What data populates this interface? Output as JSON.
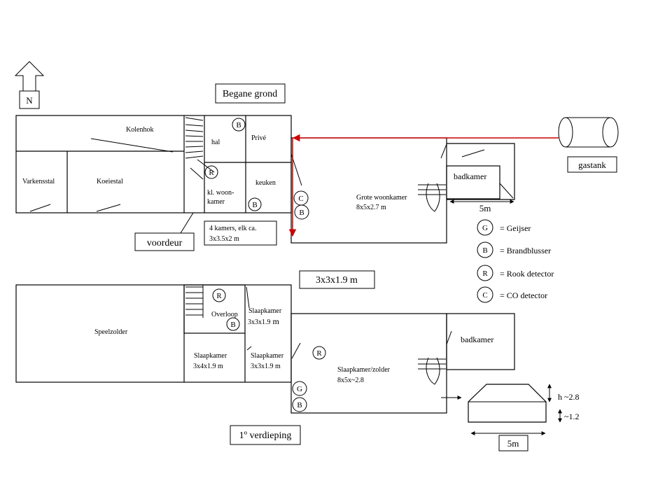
{
  "titles": {
    "ground_floor": "Begane grond",
    "first_floor": "1º verdieping"
  },
  "compass": {
    "letter": "N",
    "icon": "north-arrow-icon"
  },
  "ground": {
    "rooms": {
      "kolenhok": "Kolenhok",
      "varkensstal": "Varkensstal",
      "koeiestal": "Koeiestal",
      "hal": "hal",
      "prive": "Privé",
      "keuken": "keuken",
      "kl_woonkamer_1": "kl. woon-",
      "kl_woonkamer_2": "kamer",
      "grote_woonkamer": "Grote woonkamer",
      "grote_woonkamer_dim": "8x5x2.7 m",
      "badkamer": "badkamer"
    },
    "dim_5m": "5m",
    "voordeur": "voordeur",
    "note_line1": "4 kamers, elk ca.",
    "note_line2": "3x3.5x2 m",
    "gastank": "gastank"
  },
  "first": {
    "dim_box": "3x3x1.9 m",
    "rooms": {
      "speelzolder": "Speelzolder",
      "overloop": "Overloop",
      "slaapkamer_a": "Slaapkamer",
      "slaapkamer_a_dim_pre": "3x3x1.9",
      "slaapkamer_a_dim_unit": "m",
      "slaapkamer_b": "Slaapkamer",
      "slaapkamer_b_dim": "3x4x1.9 m",
      "slaapkamer_c": "Slaapkamer",
      "slaapkamer_c_dim": "3x3x1.9 m",
      "slaapkamer_zolder": "Slaapkamer/zolder",
      "slaapkamer_zolder_dim": "8x5x~2.8",
      "badkamer": "badkamer"
    },
    "section": {
      "height_top": "h ~2.8",
      "height_low": "~1.2",
      "width": "5m"
    }
  },
  "symbols": {
    "G": "G",
    "B": "B",
    "R": "R",
    "C": "C"
  },
  "legend": [
    {
      "letter": "G",
      "text": "= Geijser"
    },
    {
      "letter": "B",
      "text": "= Brandblusser"
    },
    {
      "letter": "R",
      "text": "= Rook detector"
    },
    {
      "letter": "C",
      "text": "= CO detector"
    }
  ],
  "colors": {
    "gas_line": "#cc0000",
    "ink": "#000000",
    "background": "#ffffff"
  }
}
